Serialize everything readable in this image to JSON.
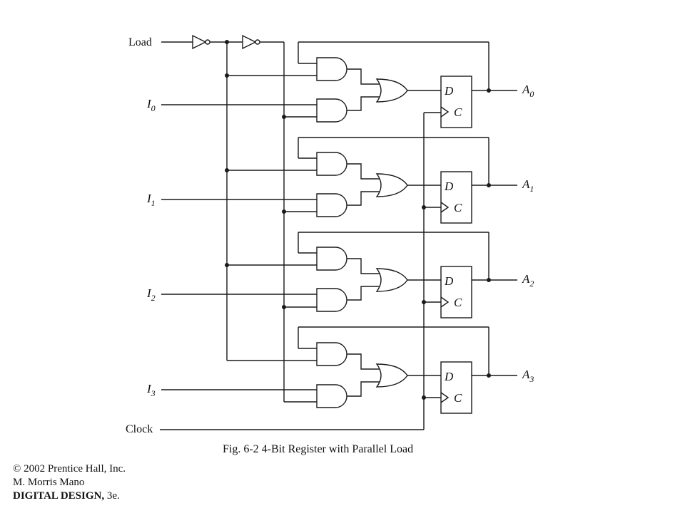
{
  "labels": {
    "load": "Load",
    "clock": "Clock",
    "inputs": [
      {
        "letter": "I",
        "index": "0"
      },
      {
        "letter": "I",
        "index": "1"
      },
      {
        "letter": "I",
        "index": "2"
      },
      {
        "letter": "I",
        "index": "3"
      }
    ],
    "outputs": [
      {
        "letter": "A",
        "index": "0"
      },
      {
        "letter": "A",
        "index": "1"
      },
      {
        "letter": "A",
        "index": "2"
      },
      {
        "letter": "A",
        "index": "3"
      }
    ],
    "ff_d": "D",
    "ff_c": "C"
  },
  "caption": "Fig. 6-2  4-Bit Register with Parallel Load",
  "credits": {
    "line1": "© 2002 Prentice Hall, Inc.",
    "line2": "M. Morris Mano",
    "line3_bold": "DIGITAL DESIGN,",
    "line3_rest": " 3e."
  }
}
